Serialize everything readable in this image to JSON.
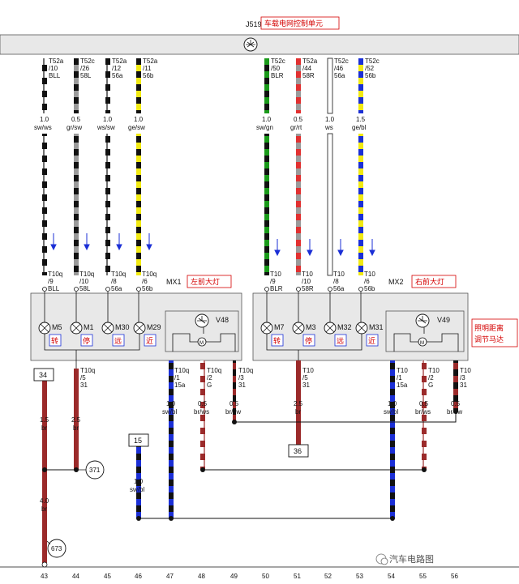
{
  "header": {
    "module_code": "J519",
    "module_name": "车载电网控制单元"
  },
  "colors": {
    "red_label": "#d40000",
    "box_fill": "#e8e8e8",
    "brown": "#9b2a2a",
    "black": "#111111",
    "grey": "#9a9a9a",
    "green": "#1a9a1a",
    "yellow": "#f2ea12",
    "blue": "#1b2fd6",
    "red_wire": "#e23030"
  },
  "wires_top": [
    {
      "pin": "T52a",
      "num": "/10",
      "code": "BLL",
      "gauge": "1.0",
      "color": "sw/ws"
    },
    {
      "pin": "T52c",
      "num": "/26",
      "code": "58L",
      "gauge": "0.5",
      "color": "gr/sw"
    },
    {
      "pin": "T52a",
      "num": "/12",
      "code": "56a",
      "gauge": "1.0",
      "color": "ws/sw"
    },
    {
      "pin": "T52a",
      "num": "/11",
      "code": "56b",
      "gauge": "1.0",
      "color": "ge/sw"
    },
    {
      "pin": "T52c",
      "num": "/50",
      "code": "BLR",
      "gauge": "1.0",
      "color": "sw/gn"
    },
    {
      "pin": "T52a",
      "num": "/44",
      "code": "58R",
      "gauge": "0.5",
      "color": "gr/rt"
    },
    {
      "pin": "T52c",
      "num": "/46",
      "code": "56a",
      "gauge": "1.0",
      "color": "ws"
    },
    {
      "pin": "T52c",
      "num": "/52",
      "code": "56b",
      "gauge": "1.5",
      "color": "ge/bl"
    }
  ],
  "conn_left": [
    {
      "pin": "T10q",
      "num": "/9",
      "code": "BLL"
    },
    {
      "pin": "T10q",
      "num": "/10",
      "code": "58L"
    },
    {
      "pin": "T10q",
      "num": "/8",
      "code": "56a"
    },
    {
      "pin": "T10q",
      "num": "/6",
      "code": "56b"
    }
  ],
  "conn_right": [
    {
      "pin": "T10",
      "num": "/9",
      "code": "BLR"
    },
    {
      "pin": "T10",
      "num": "/10",
      "code": "58R"
    },
    {
      "pin": "T10",
      "num": "/8",
      "code": "56a"
    },
    {
      "pin": "T10",
      "num": "/6",
      "code": "56b"
    }
  ],
  "mx1": {
    "label": "MX1",
    "name": "左前大灯",
    "motor": "V48",
    "bulbs": [
      {
        "id": "M5",
        "func": "转"
      },
      {
        "id": "M1",
        "func": "停"
      },
      {
        "id": "M30",
        "func": "远"
      },
      {
        "id": "M29",
        "func": "近"
      }
    ]
  },
  "mx2": {
    "label": "MX2",
    "name": "右前大灯",
    "motor": "V49",
    "bulbs": [
      {
        "id": "M7",
        "func": "转"
      },
      {
        "id": "M3",
        "func": "停"
      },
      {
        "id": "M32",
        "func": "远"
      },
      {
        "id": "M31",
        "func": "近"
      }
    ]
  },
  "motor_note": [
    "照明距离",
    "调节马达"
  ],
  "bottom_conn": {
    "c1": [
      "T10q",
      "/5",
      "31"
    ],
    "c2": [
      "T10q",
      "/1",
      "15a"
    ],
    "c3": [
      "T10q",
      "/2",
      "G"
    ],
    "c4": [
      "T10q",
      "/3",
      "31"
    ],
    "c5": [
      "T10",
      "/5",
      "31"
    ],
    "c6": [
      "T10",
      "/1",
      "15a"
    ],
    "c7": [
      "T10",
      "/2",
      "G"
    ],
    "c8": [
      "T10",
      "/3",
      "31"
    ]
  },
  "bottom_wires": {
    "w43": [
      "1.5",
      "br"
    ],
    "w43b": [
      "4.0",
      "br"
    ],
    "w44": [
      "2.5",
      "br"
    ],
    "w46": [
      "1.0",
      "sw/bl"
    ],
    "w47": [
      "1.0",
      "sw/bl"
    ],
    "w48": [
      "0.5",
      "br/ws"
    ],
    "w49": [
      "0.5",
      "br/sw"
    ],
    "w51": [
      "2.5",
      "br"
    ],
    "w54": [
      "1.0",
      "sw/bl"
    ],
    "w55": [
      "0.5",
      "br/ws"
    ],
    "w56": [
      "0.5",
      "br/sw"
    ]
  },
  "boxes": {
    "b34": "34",
    "b15": "15",
    "b36": "36"
  },
  "circles": {
    "c371": "371",
    "c673": "673"
  },
  "ruler": [
    "43",
    "44",
    "45",
    "46",
    "47",
    "48",
    "49",
    "50",
    "51",
    "52",
    "53",
    "54",
    "55",
    "56"
  ],
  "watermark": "汽车电路图"
}
